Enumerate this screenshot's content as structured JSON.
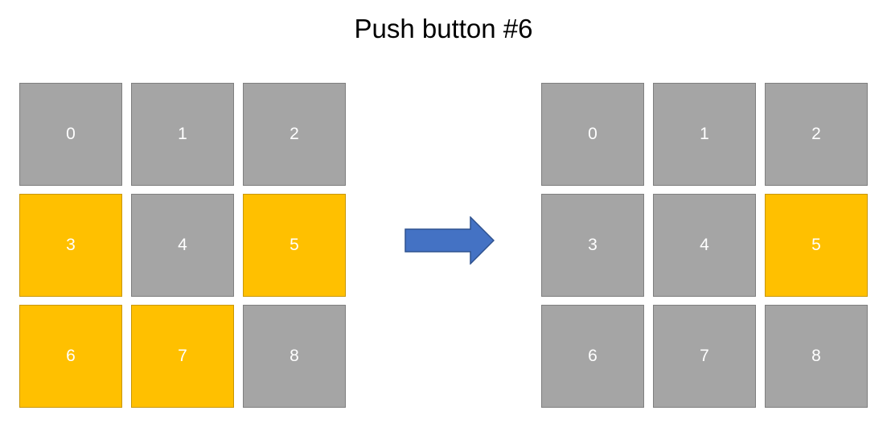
{
  "title": "Push button #6",
  "colors": {
    "tile_off": "#a5a5a5",
    "tile_on": "#ffc000",
    "arrow": "#4472c4",
    "text": "#ffffff"
  },
  "arrow_icon": "right-arrow-icon",
  "before": {
    "tiles": [
      {
        "label": "0",
        "state": "off"
      },
      {
        "label": "1",
        "state": "off"
      },
      {
        "label": "2",
        "state": "off"
      },
      {
        "label": "3",
        "state": "on"
      },
      {
        "label": "4",
        "state": "off"
      },
      {
        "label": "5",
        "state": "on"
      },
      {
        "label": "6",
        "state": "on"
      },
      {
        "label": "7",
        "state": "on"
      },
      {
        "label": "8",
        "state": "off"
      }
    ]
  },
  "after": {
    "tiles": [
      {
        "label": "0",
        "state": "off"
      },
      {
        "label": "1",
        "state": "off"
      },
      {
        "label": "2",
        "state": "off"
      },
      {
        "label": "3",
        "state": "off"
      },
      {
        "label": "4",
        "state": "off"
      },
      {
        "label": "5",
        "state": "on"
      },
      {
        "label": "6",
        "state": "off"
      },
      {
        "label": "7",
        "state": "off"
      },
      {
        "label": "8",
        "state": "off"
      }
    ]
  }
}
